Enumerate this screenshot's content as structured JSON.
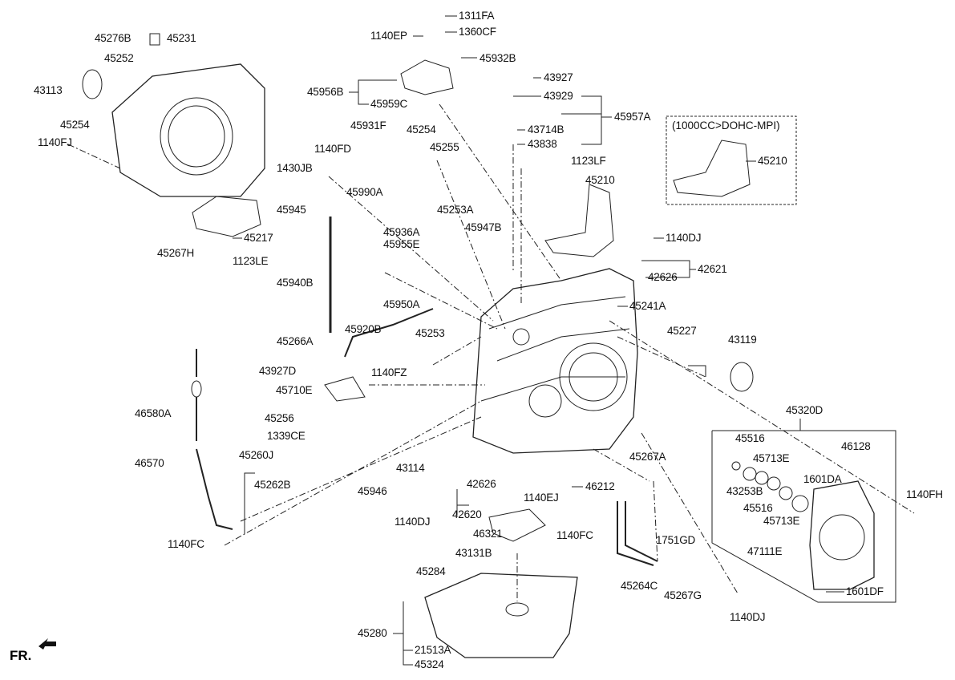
{
  "diagram": {
    "variant_note": "(1000CC>DOHC-MPI)",
    "direction_label": "FR.",
    "labels": [
      "1311FA",
      "1140EP",
      "1360CF",
      "45276B",
      "45231",
      "45252",
      "45932B",
      "43113",
      "45956B",
      "43927",
      "43929",
      "45959C",
      "45957A",
      "45254",
      "43714B",
      "43838",
      "45931F",
      "45254",
      "45255",
      "1140FJ",
      "1140FD",
      "45210",
      "1123LF",
      "1430JB",
      "45210",
      "45990A",
      "45253A",
      "45945",
      "45217",
      "45936A",
      "45955E",
      "45947B",
      "1140DJ",
      "45267H",
      "1123LE",
      "42621",
      "42626",
      "45940B",
      "45950A",
      "45241A",
      "45920B",
      "45253",
      "45227",
      "43119",
      "45266A",
      "43927D",
      "1140FZ",
      "45710E",
      "46580A",
      "45256",
      "45320D",
      "1339CE",
      "45516",
      "46128",
      "45713E",
      "45267A",
      "46570",
      "45260J",
      "43114",
      "42626",
      "45262B",
      "43253B",
      "1601DA",
      "45946",
      "46212",
      "45516",
      "1140FH",
      "1140EJ",
      "45713E",
      "1140DJ",
      "42620",
      "46321",
      "1140FC",
      "1140FC",
      "47111E",
      "1751GD",
      "43131B",
      "45284",
      "45264C",
      "45267G",
      "1601DF",
      "1140DJ",
      "45280",
      "21513A",
      "45324"
    ],
    "line_color": "#222222"
  }
}
